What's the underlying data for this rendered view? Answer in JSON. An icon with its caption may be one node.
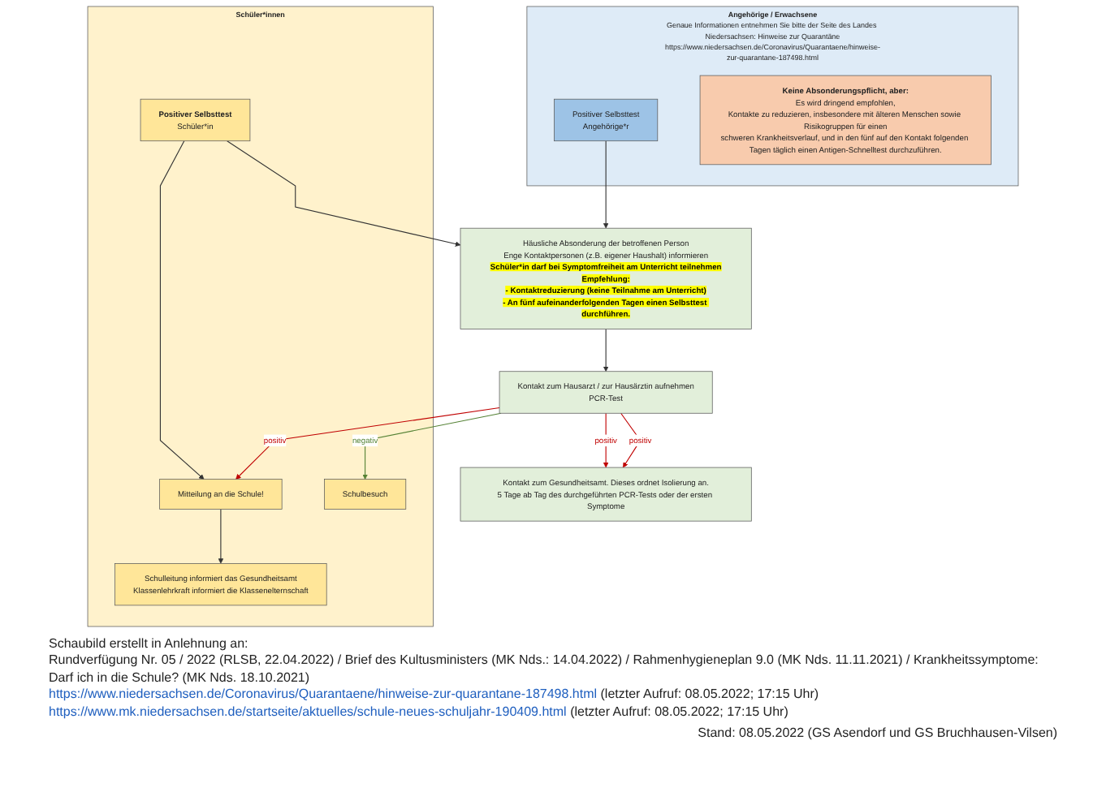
{
  "diagram": {
    "nodes": [
      {
        "text": [
          "Schüler*innen"
        ]
      },
      {
        "text": [
          "Angehörige / Erwachsene",
          "Genaue Informationen entnehmen Sie bitte der Seite des Landes Niedersachsen: Hinweise zur Quarantäne",
          "https://www.niedersachsen.de/Coronavirus/Quarantaene/hinweise-zur-quarantane-187498.html"
        ]
      },
      {
        "text": [
          "Mitteilung an die Schule!"
        ],
        "in": 0
      },
      {
        "text": [
          "Positiver Selbsttest",
          "Schüler*in"
        ],
        "in": 0
      },
      {
        "text": [
          "Schulleitung informiert das Gesundheitsamt",
          "Klassenlehrkraft informiert die Klassenelternschaft"
        ],
        "in": 0
      },
      {
        "text": [
          "Positiver Selbsttest",
          "Angehörige*r"
        ],
        "in": 1
      },
      {
        "text": [
          "Häusliche Absonderung der betroffenen Person",
          "Enge Kontaktpersonen (z.B. eigener Haushalt) informieren",
          "Schüler*in darf bei Symptomfreiheit am Unterricht teilnehmen",
          "Empfehlung:",
          "- Kontaktreduzierung (keine Teilnahme am Unterricht)",
          "- An fünf aufeinanderfolgenden Tagen einen Selbsttest durchführen."
        ]
      },
      {
        "text": [
          "Keine Absonderungspflicht, aber:",
          "Es wird dringend empfohlen,",
          "Kontakte zu reduzieren, insbesondere mit älteren Menschen sowie Risikogruppen für einen",
          "schweren Krankheitsverlauf, und in den fünf auf den Kontakt folgenden Tagen täglich einen Antigen-Schnelltest durchzuführen."
        ],
        "in": 1
      },
      {
        "text": [
          "Kontakt zum Hausarzt / zur Hausärztin aufnehmen",
          "PCR-Test"
        ]
      },
      {
        "text": [
          "Kontakt zum Gesundheitsamt. Dieses ordnet Isolierung an.",
          "5 Tage ab Tag des durchgeführten PCR-Tests oder der ersten Symptome"
        ]
      },
      {
        "text": [
          "Schulbesuch"
        ],
        "in": 0
      }
    ],
    "edges": [
      {
        "from": 3,
        "to": 2,
        "arrow": "to"
      },
      {
        "from": 2,
        "to": 4,
        "arrow": "to"
      },
      {
        "from": 3,
        "to": 6,
        "arrow": "to"
      },
      {
        "from": 5,
        "to": 6,
        "arrow": "to"
      },
      {
        "from": 6,
        "to": 8,
        "arrow": "to"
      },
      {
        "from": 8,
        "to": 10,
        "arrow": "to",
        "label": "negativ",
        "color": "#548235"
      },
      {
        "from": 8,
        "to": 2,
        "arrow": "to",
        "label": "positiv",
        "color": "#c00000"
      },
      {
        "from": 8,
        "to": 9,
        "arrow": "to",
        "label": "positiv",
        "color": "#c00000"
      },
      {
        "from": 8,
        "to": 9,
        "arrow": "to",
        "label": "positiv",
        "color": "#c00000"
      }
    ],
    "labels": [
      "Schaubild erstellt in Anlehnung an:",
      "Rundverfügung Nr. 05 / 2022 (RLSB, 22.04.2022) / Brief des Kultusministers (MK Nds.: 14.04.2022) / Rahmenhygieneplan 9.0 (MK Nds. 11.11.2021) / Krankheitssymptome: Darf ich in die Schule? (MK Nds. 18.10.2021)",
      "https://www.niedersachsen.de/Coronavirus/Quarantaene/hinweise-zur-quarantane-187498.html",
      "(letzter Aufruf: 08.05.2022; 17:15 Uhr)",
      "https://www.mk.niedersachsen.de/startseite/aktuelles/schule-neues-schuljahr-190409.html",
      "(letzter Aufruf: 08.05.2022; 17:15 Uhr)",
      "Stand: 08.05.2022 (GS Asendorf und GS Bruchhausen-Vilsen)"
    ]
  }
}
